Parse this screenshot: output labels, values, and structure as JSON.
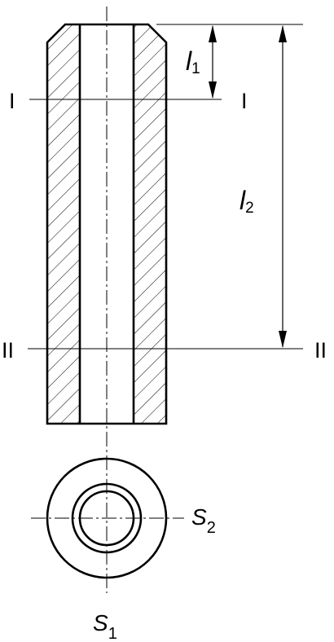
{
  "drawing": {
    "labels": {
      "section_1_left": "I",
      "section_1_right": "I",
      "section_2_left": "II",
      "section_2_right": "II",
      "dim_l1_letter": "l",
      "dim_l1_sub": "1",
      "dim_l2_letter": "l",
      "dim_l2_sub": "2",
      "axis_s1_letter": "S",
      "axis_s1_sub": "1",
      "axis_s2_letter": "S",
      "axis_s2_sub": "2"
    },
    "colors": {
      "ink": "#000000",
      "background": "#ffffff"
    }
  }
}
